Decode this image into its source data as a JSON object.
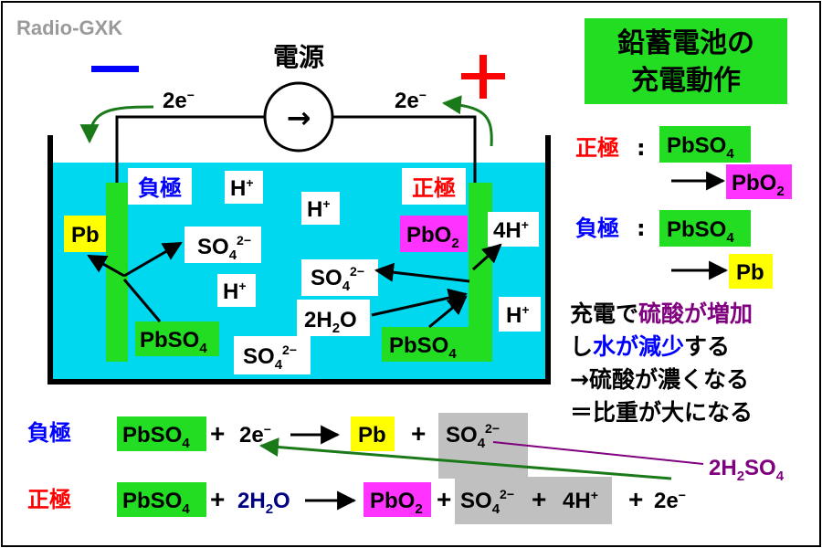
{
  "watermark": "Radio-GXK",
  "title_lines": [
    "鉛蓄電池の",
    "充電動作"
  ],
  "power_source_label": "電源",
  "power_source_symbol": "→",
  "terminal_neg_symbol": "−",
  "terminal_pos_symbol": "+",
  "electron_left": {
    "base": "2e",
    "sup": "−"
  },
  "electron_right": {
    "base": "2e",
    "sup": "−"
  },
  "neg_electrode_label": "負極",
  "pos_electrode_label": "正極",
  "tank_ions": {
    "h1": {
      "base": "H",
      "sup": "+"
    },
    "h2": {
      "base": "H",
      "sup": "+"
    },
    "h3": {
      "base": "H",
      "sup": "+"
    },
    "h4": {
      "base": "H",
      "sup": "+"
    },
    "so4_a": {
      "base": "SO",
      "sub": "4",
      "sup": "2−"
    },
    "so4_b": {
      "base": "SO",
      "sub": "4",
      "sup": "2−"
    },
    "so4_c": {
      "base": "SO",
      "sub": "4",
      "sup": "2−"
    },
    "four_h": {
      "base": "4H",
      "sup": "+"
    },
    "water": {
      "base": "2H",
      "sub": "2",
      "tail": "O"
    }
  },
  "neg_products": {
    "pb": "Pb",
    "pbso4": {
      "base": "PbSO",
      "sub": "4"
    }
  },
  "pos_products": {
    "pbo2": {
      "base": "PbO",
      "sub": "2"
    },
    "pbso4": {
      "base": "PbSO",
      "sub": "4"
    }
  },
  "summary": {
    "pos_label": "正極",
    "pos_from": {
      "base": "PbSO",
      "sub": "4"
    },
    "pos_to": {
      "base": "PbO",
      "sub": "2"
    },
    "neg_label": "負極",
    "neg_from": {
      "base": "PbSO",
      "sub": "4"
    },
    "neg_to": "Pb",
    "colon": ":"
  },
  "notes": {
    "line1_pre": "充電で",
    "line1_hl": "硫酸が増加",
    "line2_pre": "し",
    "line2_hl": "水が減少",
    "line2_post": "する",
    "line3": "→硫酸が濃くなる",
    "line4": "＝比重が大になる"
  },
  "equation_neg": {
    "label": "負極",
    "reactant": {
      "base": "PbSO",
      "sub": "4"
    },
    "plus1": "+",
    "electron": {
      "base": "2e",
      "sup": "−"
    },
    "product1": "Pb",
    "plus2": "+",
    "product2": {
      "base": "SO",
      "sub": "4",
      "sup": "2−"
    }
  },
  "equation_pos": {
    "label": "正極",
    "reactant": {
      "base": "PbSO",
      "sub": "4"
    },
    "plus1": "+",
    "water": {
      "base": "2H",
      "sub": "2",
      "tail": "O"
    },
    "product1": {
      "base": "PbO",
      "sub": "2"
    },
    "plus2": "+",
    "product2": {
      "base": "SO",
      "sub": "4",
      "sup": "2−"
    },
    "plus3": "+",
    "product3": {
      "base": "4H",
      "sup": "+"
    },
    "plus4": "+",
    "electron": {
      "base": "2e",
      "sup": "−"
    }
  },
  "h2so4_label": {
    "base": "2H",
    "sub1": "2",
    "mid": "SO",
    "sub2": "4"
  },
  "colors": {
    "electrolyte": "#00d8f0",
    "electrode": "#22dd22",
    "pbo2": "#ff33ff",
    "pb": "#ffff00",
    "gray_box": "#c0c0c0",
    "red": "#ff0000",
    "blue": "#0000ff",
    "purple": "#800080",
    "navy": "#000080",
    "dark_green": "#1a7a1a"
  },
  "icons": [
    "rotate-right-arrow-icon",
    "arrow-right-icon"
  ]
}
